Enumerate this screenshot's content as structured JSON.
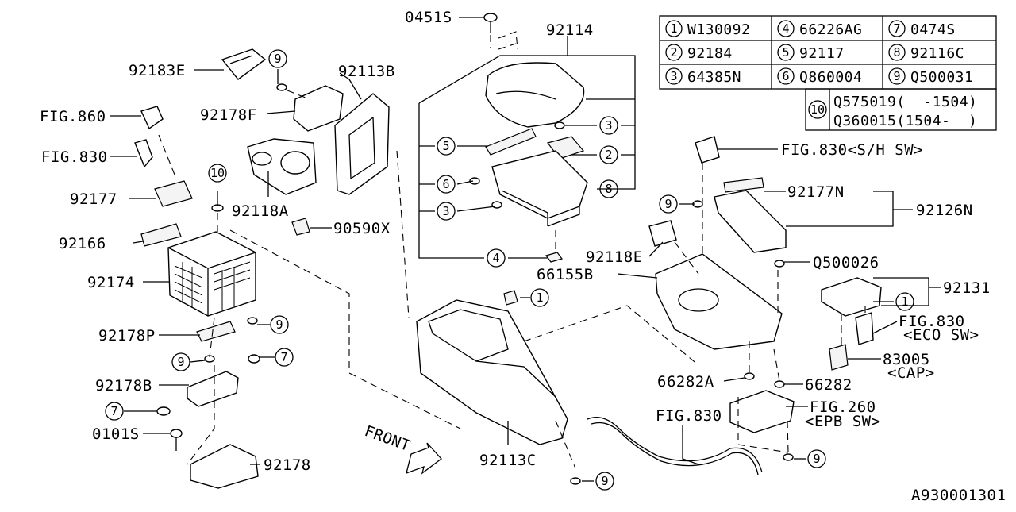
{
  "legend": {
    "rows": [
      [
        {
          "n": "1",
          "code": "W130092"
        },
        {
          "n": "4",
          "code": "66226AG"
        },
        {
          "n": "7",
          "code": "0474S"
        }
      ],
      [
        {
          "n": "2",
          "code": "92184"
        },
        {
          "n": "5",
          "code": "92117"
        },
        {
          "n": "8",
          "code": "92116C"
        }
      ],
      [
        {
          "n": "3",
          "code": "64385N"
        },
        {
          "n": "6",
          "code": "Q860004"
        },
        {
          "n": "9",
          "code": "Q500031"
        }
      ]
    ],
    "extra": {
      "n": "10",
      "line1": "Q575019(  -1504)",
      "line2": "Q360015(1504-  )"
    }
  },
  "labels": {
    "p0451S": "0451S",
    "p92114": "92114",
    "p92183E": "92183E",
    "p92113B": "92113B",
    "fig860": "FIG.860",
    "p92178F": "92178F",
    "fig830a": "FIG.830",
    "p92177": "92177",
    "p92118A": "92118A",
    "p90590X": "90590X",
    "p92166": "92166",
    "p92174": "92174",
    "p92178P": "92178P",
    "p92178B": "92178B",
    "p0101S": "0101S",
    "p92178": "92178",
    "p92113C": "92113C",
    "front": "FRONT",
    "fig830sh": "FIG.830<S/H SW>",
    "p92177N": "92177N",
    "p92126N": "92126N",
    "p92118E": "92118E",
    "p66155B": "66155B",
    "q500026": "Q500026",
    "p92131": "92131",
    "fig830eco1": "FIG.830",
    "fig830eco2": "<ECO SW>",
    "p83005": "83005",
    "cap": "<CAP>",
    "p66282A": "66282A",
    "p66282": "66282",
    "fig260a": "FIG.260",
    "fig260b": "<EPB SW>",
    "fig830b": "FIG.830",
    "diagram_id": "A930001301"
  },
  "callouts": {
    "c9a": "9",
    "c10": "10",
    "c9b": "9",
    "c9c": "9",
    "c7a": "7",
    "c7b": "7",
    "c1a": "1",
    "c3a": "3",
    "c2": "2",
    "c8": "8",
    "c5": "5",
    "c6": "6",
    "c3b": "3",
    "c4": "4",
    "c9d": "9",
    "c1b": "1",
    "c9e": "9",
    "c9f": "9"
  }
}
